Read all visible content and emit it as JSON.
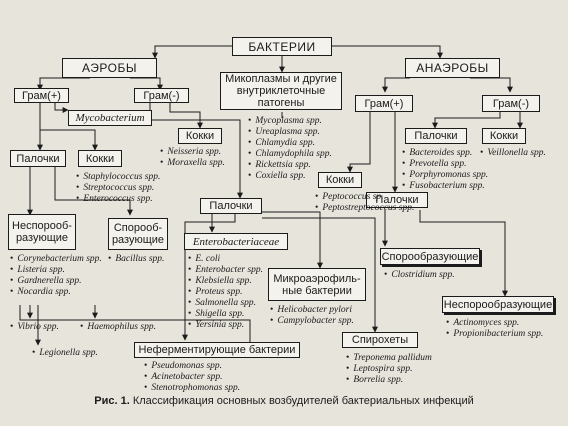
{
  "nodes": {
    "root": "БАКТЕРИИ",
    "aerobes": "АЭРОБЫ",
    "anaerobes": "АНАЭРОБЫ",
    "mycoplasma": "Микоплазмы и другие внутриклеточные патогены",
    "aer_gram_pos": "Грам(+)",
    "aer_gram_neg": "Грам(-)",
    "mycobacterium": "Mycobacterium",
    "aer_pos_rods": "Палочки",
    "aer_pos_cocci": "Кокки",
    "aer_neg_cocci": "Кокки",
    "aer_neg_rods": "Палочки",
    "nonspore": "Неспорооб-разующие",
    "spore": "Спорооб-разующие",
    "enterobacteriaceae": "Enterobacteriaceae",
    "microaerophilic": "Микроаэрофиль-ные бактерии",
    "nonfermenting": "Неферментирующие бактерии",
    "spirochetes": "Спирохеты",
    "an_gram_pos": "Грам(+)",
    "an_gram_neg": "Грам(-)",
    "an_neg_rods": "Палочки",
    "an_neg_cocci": "Кокки",
    "an_pos_cocci": "Кокки",
    "an_pos_rods": "Палочки",
    "an_spore": "Спорообразующие",
    "an_nonspore": "Неспорообразующие"
  },
  "lists": {
    "mycoplasma": [
      "Mycoplasma spp.",
      "Ureaplasma spp.",
      "Chlamydia spp.",
      "Chlamydophila spp.",
      "Rickettsia spp.",
      "Coxiella spp."
    ],
    "aer_neg_cocci": [
      "Neisseria spp.",
      "Moraxella spp."
    ],
    "aer_pos_cocci": [
      "Staphylococcus spp.",
      "Streptococcus spp.",
      "Enterococcus spp."
    ],
    "nonspore": [
      "Corynebacterium spp.",
      "Listeria spp.",
      "Gardnerella spp.",
      "Nocardia spp."
    ],
    "spore": [
      "Bacillus spp."
    ],
    "enterobacteriaceae": [
      "E. coli",
      "Enterobacter spp.",
      "Klebsiella spp.",
      "Proteus spp.",
      "Salmonella spp.",
      "Shigella spp.",
      "Yersinia spp."
    ],
    "microaerophilic": [
      "Helicobacter pylori",
      "Campylobacter spp."
    ],
    "nonfermenting": [
      "Pseudomonas spp.",
      "Acinetobacter spp.",
      "Stenotrophomonas spp."
    ],
    "spirochetes": [
      "Treponema pallidum",
      "Leptospira spp.",
      "Borrelia spp."
    ],
    "an_neg_rods": [
      "Bacteroides spp.",
      "Prevotella spp.",
      "Porphyromonas spp.",
      "Fusobacterium spp."
    ],
    "an_neg_cocci": [
      "Veillonella spp."
    ],
    "an_pos_cocci": [
      "Peptococcus sp.",
      "Peptostreptococcus spp."
    ],
    "an_spore": [
      "Clostridium spp."
    ],
    "an_nonspore": [
      "Actinomyces spp.",
      "Propionibacterium spp."
    ]
  },
  "loose_labels": {
    "vibrio": "Vibrio spp.",
    "haemophilus": "Haemophilus spp.",
    "legionella": "Legionella spp."
  },
  "caption": {
    "prefix": "Рис. 1.",
    "text": "Классификация основных возбудителей бактериальных инфекций"
  }
}
